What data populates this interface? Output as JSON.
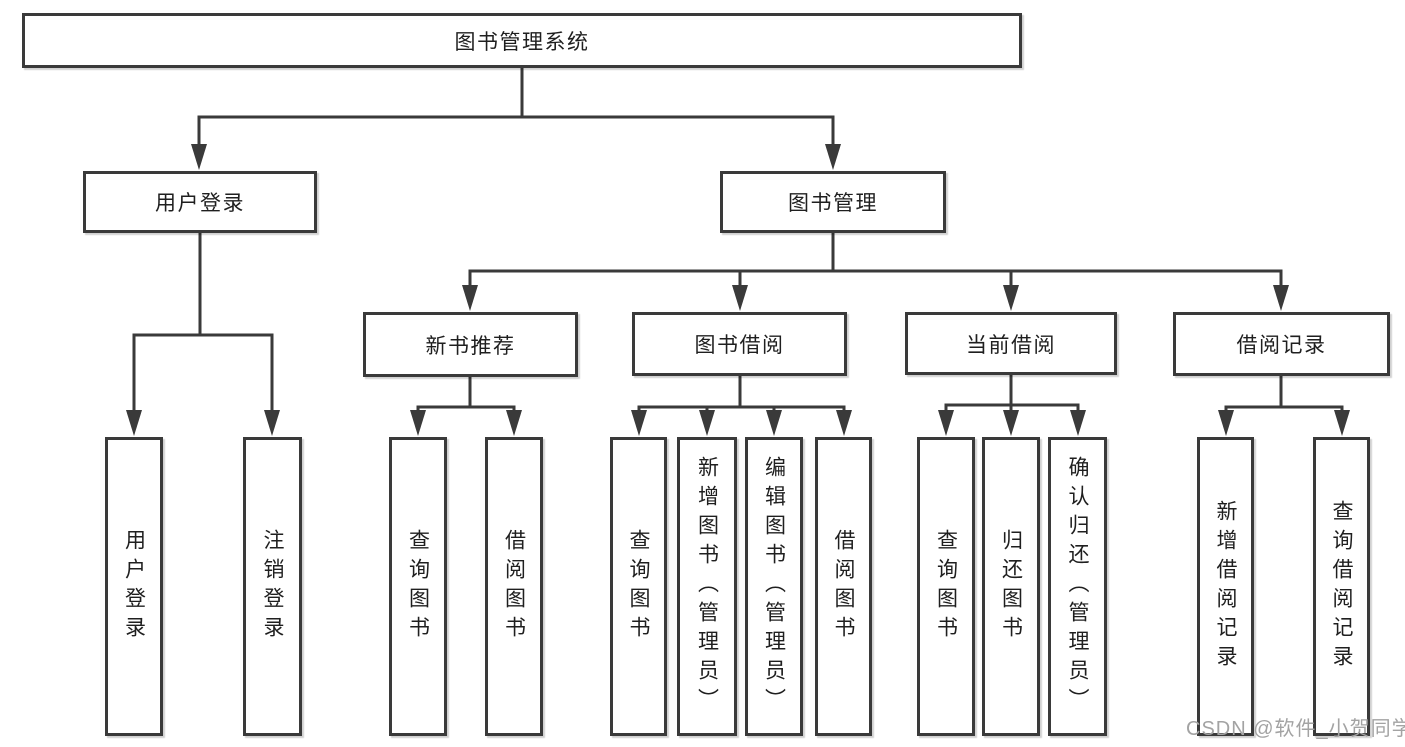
{
  "tree": {
    "label": "图书管理系统",
    "children": [
      {
        "label": "用户登录",
        "children": [
          {
            "label": "用户登录"
          },
          {
            "label": "注销登录"
          }
        ]
      },
      {
        "label": "图书管理",
        "children": [
          {
            "label": "新书推荐",
            "children": [
              {
                "label": "查询图书"
              },
              {
                "label": "借阅图书"
              }
            ]
          },
          {
            "label": "图书借阅",
            "children": [
              {
                "label": "查询图书"
              },
              {
                "label": "新增图书（管理员）"
              },
              {
                "label": "编辑图书（管理员）"
              },
              {
                "label": "借阅图书"
              }
            ]
          },
          {
            "label": "当前借阅",
            "children": [
              {
                "label": "查询图书"
              },
              {
                "label": "归还图书"
              },
              {
                "label": "确认归还（管理员）"
              }
            ]
          },
          {
            "label": "借阅记录",
            "children": [
              {
                "label": "新增借阅记录"
              },
              {
                "label": "查询借阅记录"
              }
            ]
          }
        ]
      }
    ]
  },
  "watermark": "CSDN @软件_小贺同学",
  "colors": {
    "line": "#3a3a3a",
    "text": "#1f1f1f",
    "watermark": "#a3a3a3",
    "background": "#ffffff"
  }
}
